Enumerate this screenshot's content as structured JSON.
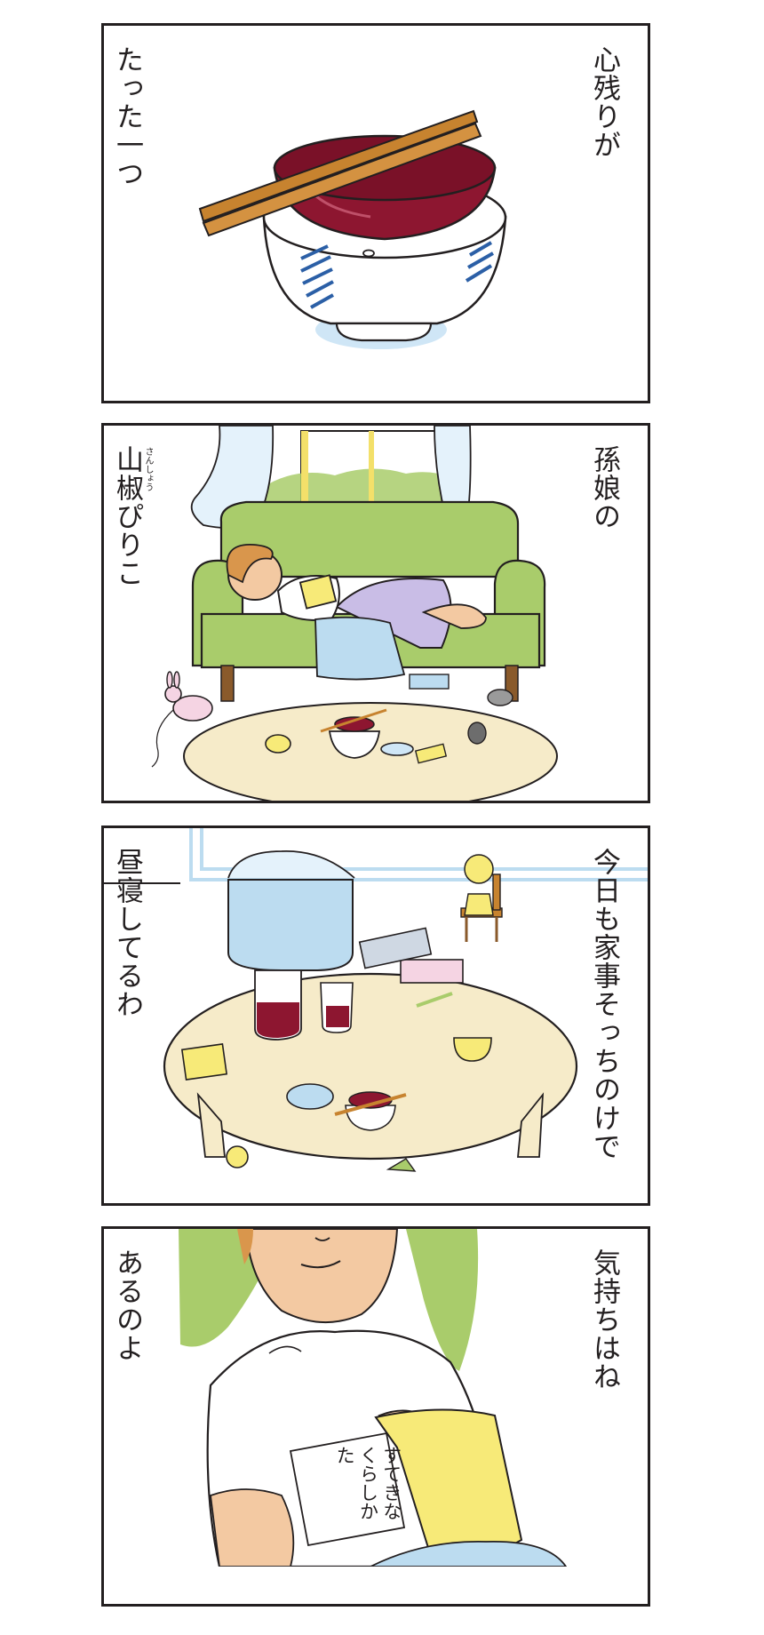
{
  "panels": [
    {
      "right_text": "心残りが",
      "left_text": "たった一つ"
    },
    {
      "right_text": "孫娘の",
      "left_text": "山椒ぴりこ",
      "ruby": "さんしょう"
    },
    {
      "right_text": "今日も家事そっちのけで",
      "left_text": "昼寝してるわ"
    },
    {
      "right_text": "気持ちはね",
      "left_text": "あるのよ",
      "book_title": "すてきなくらしかた"
    }
  ],
  "colors": {
    "ink": "#231f20",
    "bowl_red": "#8d1630",
    "chopsticks": "#c7832f",
    "sofa_green": "#a9cc6b",
    "cloth_blue": "#bcdcf0",
    "book_yellow": "#f7ea78",
    "skirt_lavender": "#c9bde6",
    "table_cream": "#f6ebc9",
    "hair_orange": "#d9964c",
    "skin": "#f3c9a2"
  }
}
